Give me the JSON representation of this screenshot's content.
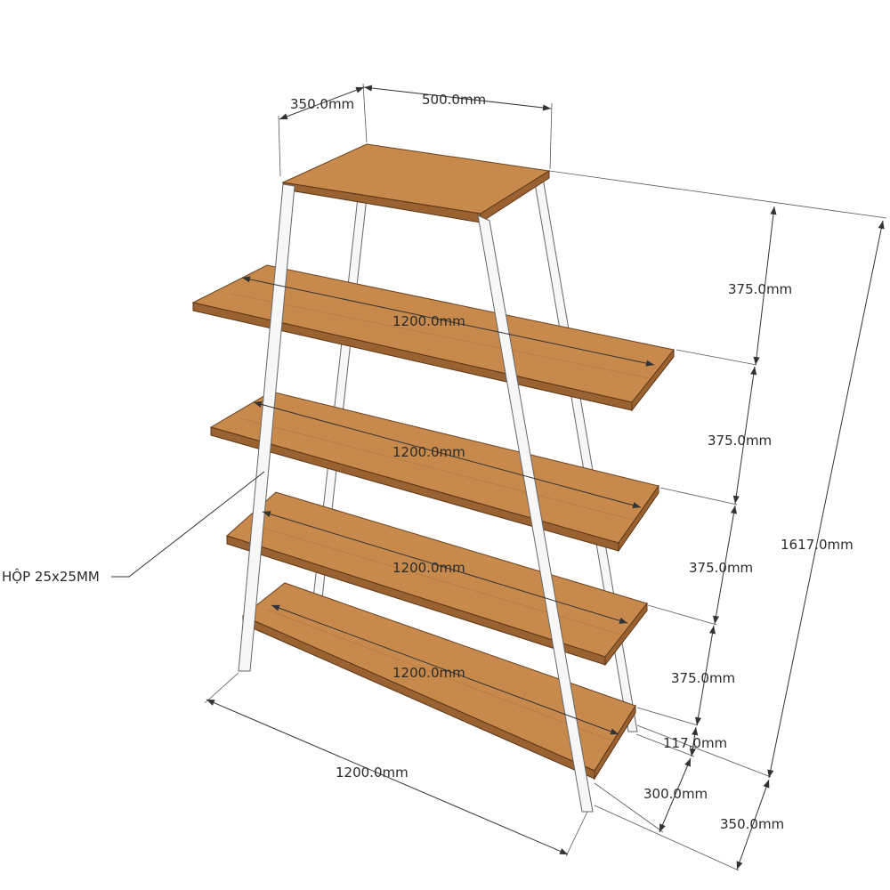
{
  "colors": {
    "wood": "#c88a4c",
    "frame": "#f7f7f7",
    "dimension": "#333333"
  },
  "labels": {
    "top_depth": "350.0mm",
    "top_width": "500.0mm",
    "shelf_spacing_1": "375.0mm",
    "shelf_spacing_2": "375.0mm",
    "shelf_spacing_3": "375.0mm",
    "shelf_spacing_4": "375.0mm",
    "total_height": "1617.0mm",
    "shelf_length_1": "1200.0mm",
    "shelf_length_2": "1200.0mm",
    "shelf_length_3": "1200.0mm",
    "shelf_length_4": "1200.0mm",
    "frame_material": "HỘP 25x25MM",
    "base_width": "1200.0mm",
    "bottom_clearance": "117.0mm",
    "shelf_depth": "300.0mm",
    "base_depth": "350.0mm"
  }
}
